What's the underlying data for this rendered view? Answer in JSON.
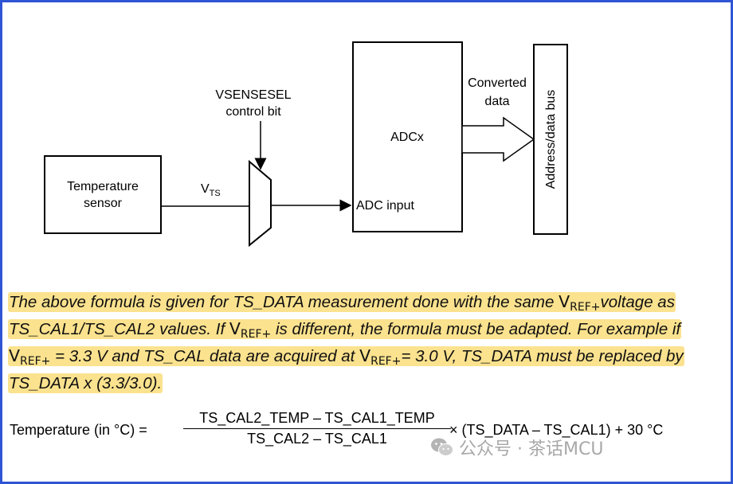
{
  "diagram": {
    "sensor_label_line1": "Temperature",
    "sensor_label_line2": "sensor",
    "vts_main": "V",
    "vts_sub": "TS",
    "vsensesel_line1": "VSENSESEL",
    "vsensesel_line2": "control bit",
    "adc_label": "ADCx",
    "adc_input_label": "ADC input",
    "converted_line1": "Converted",
    "converted_line2": "data",
    "bus_label": "Address/data bus"
  },
  "note": {
    "p1": "The above formula is given for TS_DATA measurement done with the same ",
    "vref_main": "V",
    "vref_sub": "REF+",
    "p2": "voltage as TS_CAL1/TS_CAL2 values. If ",
    "p3": " is different, the formula must be adapted. For example if ",
    "p4": " = 3.3 V and TS_CAL data are acquired at ",
    "p5": "= 3.0 V, TS_DATA must be replaced by TS_DATA x (3.3/3.0).",
    "highlight_color": "#fbe28e"
  },
  "formula": {
    "lhs": "Temperature (in °C) =",
    "numerator": "TS_CAL2_TEMP – TS_CAL1_TEMP",
    "denominator": "TS_CAL2 – TS_CAL1",
    "rhs": "× (TS_DATA – TS_CAL1) + 30 °C"
  },
  "watermark": {
    "text": "公众号 · 茶话MCU",
    "icon": "wechat-icon"
  },
  "colors": {
    "frame_border": "#2f55d4",
    "highlight": "#fbe28e"
  }
}
